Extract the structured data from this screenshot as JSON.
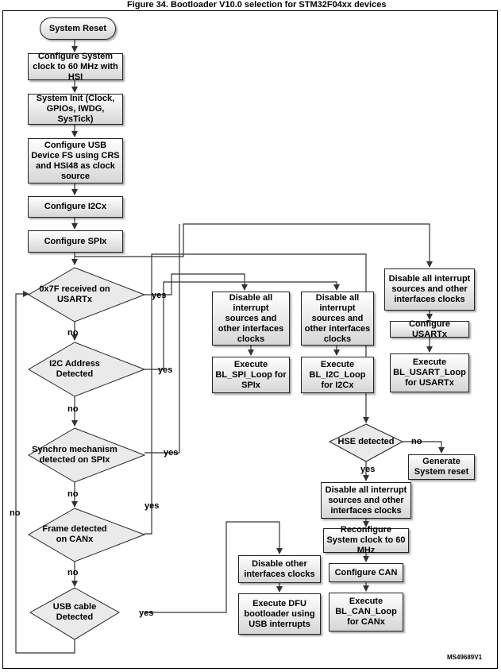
{
  "title": "Figure 34. Bootloader V10.0 selection for STM32F04xx devices",
  "figure_id": "MS49689V1",
  "nodes": {
    "system_reset": "System Reset",
    "configure_clock": "Configure System clock to 60 MHz with HSI",
    "system_init": "System Init (Clock, GPIOs, IWDG, SysTick)",
    "configure_usb": "Configure USB Device FS using CRS and HSI48 as clock source",
    "configure_i2c": "Configure I2Cx",
    "configure_spi": "Configure SPIx",
    "decision_usart": "0x7F received on USARTx",
    "decision_i2c": "I2C Address Detected",
    "decision_spi": "Synchro mechanism detected on SPIx",
    "decision_can": "Frame detected on CANx",
    "decision_usb": "USB cable Detected",
    "spi_disable": "Disable all interrupt sources and other interfaces clocks",
    "spi_execute": "Execute BL_SPI_Loop for SPIx",
    "i2c_disable": "Disable all interrupt sources and other interfaces clocks",
    "i2c_execute": "Execute BL_I2C_Loop for I2Cx",
    "usart_disable": "Disable all interrupt sources and other interfaces clocks",
    "usart_configure": "Configure USARTx",
    "usart_execute": "Execute BL_USART_Loop for USARTx",
    "decision_hse": "HSE detected",
    "generate_reset": "Generate System reset",
    "can_disable": "Disable all interrupt sources and other interfaces clocks",
    "can_reconfigure": "Reconfigure System clock to 60 MHz",
    "can_configure": "Configure CAN",
    "can_execute": "Execute BL_CAN_Loop for CANx",
    "usb_disable": "Disable other interfaces clocks",
    "usb_execute": "Execute DFU bootloader using USB interrupts"
  },
  "labels": {
    "yes": "yes",
    "no": "no"
  }
}
